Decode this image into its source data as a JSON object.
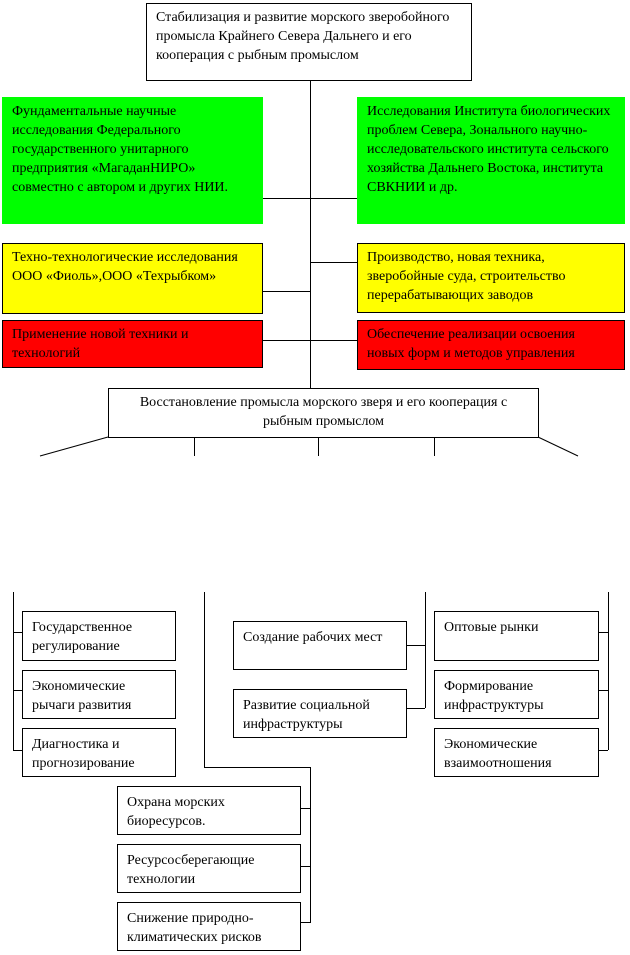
{
  "top": {
    "title": "Стабилизация и развитие морского зверобойного промысла Крайнего Севера Дальнего и его кооперация с рыбным промыслом"
  },
  "tier1": {
    "left_green": "Фундаментальные научные исследования Федерального государственного унитарного предприятия «МагаданНИРО» совместно с автором и других НИИ.",
    "right_green": "Исследования Института биологических проблем Севера, Зонального научно-исследовательского института сельского хозяйства Дальнего Востока, института СВКНИИ и др.",
    "left_yellow": "Техно-технологические исследования ООО «Фиоль»,ООО «Техрыбком»",
    "right_yellow": "Производство, новая техника, зверобойные суда, строительство перерабатывающих заводов",
    "left_red": "Применение новой техники и технологий",
    "right_red": "Обеспечение реализации  освоения новых форм и методов управления"
  },
  "center": {
    "title": "Восстановление промысла морского зверя и его кооперация с рыбным промыслом"
  },
  "groups": {
    "left": [
      "Государственное регулирование",
      "Экономические рычаги развития",
      "Диагностика и прогнозирование"
    ],
    "middle": [
      "Создание рабочих мест",
      "Развитие социальной инфраструктуры"
    ],
    "right": [
      "Оптовые рынки",
      "Формирование инфраструктуры",
      "Экономические взаимоотношения"
    ],
    "bottom": [
      "Охрана морских биоресурсов.",
      "Ресурсосберегающие технологии",
      "Снижение природно-климатических рисков"
    ]
  },
  "colors": {
    "green": "#00ff00",
    "yellow": "#ffff00",
    "red": "#ff0000"
  }
}
